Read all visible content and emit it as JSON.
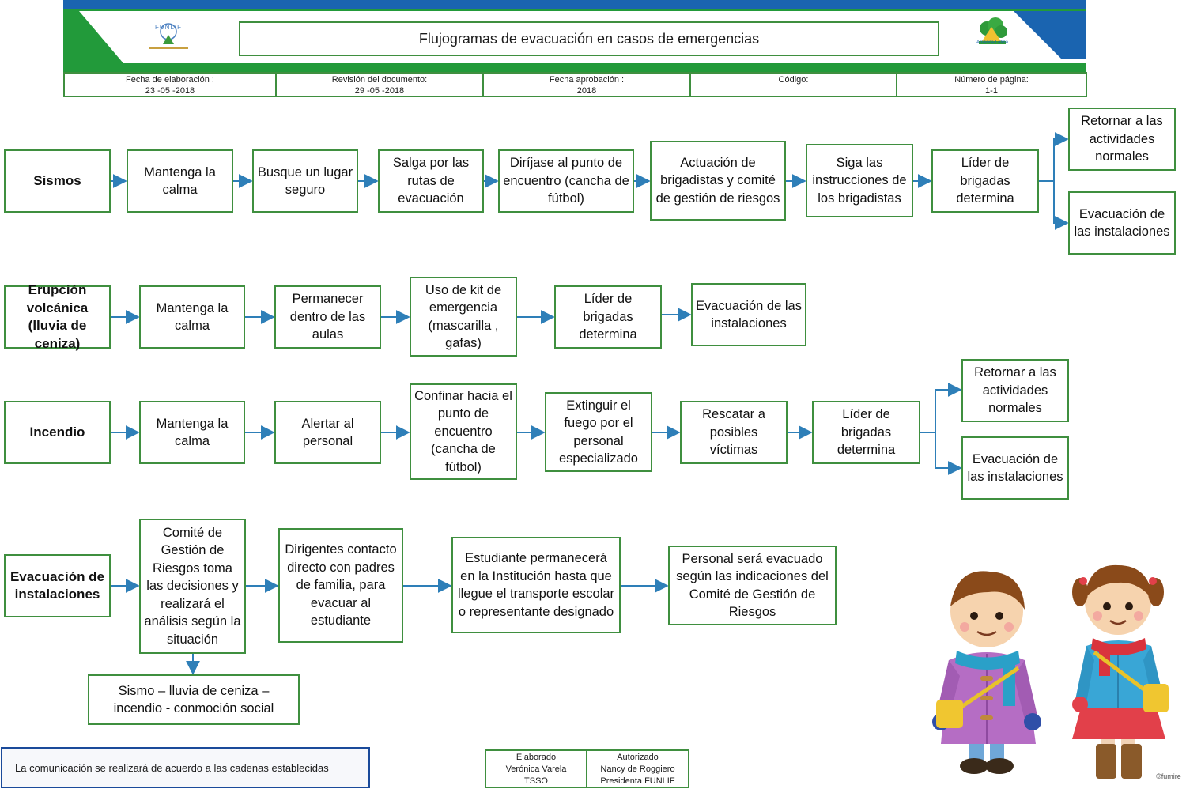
{
  "header": {
    "title": "Flujogramas de evacuación en casos de emergencias",
    "left_logo_text": "FUNLIF",
    "right_logo_text": "América Latina",
    "cells": [
      {
        "label": "Fecha de elaboración :",
        "value": "23 -05 -2018"
      },
      {
        "label": "Revisión del documento:",
        "value": "29 -05 -2018"
      },
      {
        "label": "Fecha aprobación :",
        "value": "2018"
      },
      {
        "label": "Código:",
        "value": ""
      },
      {
        "label": "Número de página:",
        "value": "1-1"
      }
    ]
  },
  "flows": {
    "sismos": {
      "category": "Sismos",
      "steps": [
        "Mantenga la calma",
        "Busque un lugar seguro",
        "Salga por las rutas de evacuación",
        "Diríjase al punto de encuentro (cancha de fútbol)",
        "Actuación de brigadistas y comité de gestión de riesgos",
        "Siga las instrucciones de los brigadistas",
        "Líder de brigadas determina"
      ],
      "outcomes": [
        "Retornar a las actividades normales",
        "Evacuación de las instalaciones"
      ]
    },
    "erupcion": {
      "category": "Erupción volcánica (lluvia de ceniza)",
      "steps": [
        "Mantenga la calma",
        "Permanecer dentro de las aulas",
        "Uso de kit de emergencia (mascarilla , gafas)",
        "Líder de brigadas determina",
        "Evacuación de las instalaciones"
      ]
    },
    "incendio": {
      "category": "Incendio",
      "steps": [
        "Mantenga la calma",
        "Alertar al personal",
        "Confinar hacia el punto de encuentro (cancha de fútbol)",
        "Extinguir el fuego por el personal especializado",
        "Rescatar a posibles víctimas",
        "Líder de brigadas determina"
      ],
      "outcomes": [
        "Retornar a las actividades normales",
        "Evacuación de las instalaciones"
      ]
    },
    "evacuacion": {
      "category": "Evacuación de instalaciones",
      "steps": [
        "Comité de Gestión de Riesgos toma las decisiones y realizará el análisis según la situación",
        "Dirigentes contacto directo con padres de familia, para evacuar al estudiante",
        "Estudiante permanecerá en la Institución hasta que llegue el transporte escolar o representante designado",
        "Personal será evacuado según las indicaciones del Comité de Gestión de Riesgos"
      ],
      "branch": "Sismo – lluvia de ceniza – incendio - conmoción social"
    }
  },
  "footer": {
    "note": "La comunicación se realizará de acuerdo a las cadenas establecidas",
    "elaborado": {
      "title": "Elaborado",
      "name": "Verónica Varela",
      "role": "TSSO"
    },
    "autorizado": {
      "title": "Autorizado",
      "name": "Nancy de Roggiero",
      "role": "Presidenta FUNLIF"
    },
    "illustration_credit": "©fumire"
  },
  "colors": {
    "box_border": "#3f8f3f",
    "arrow": "#2e7fb8",
    "header_green": "#229a3a",
    "header_blue": "#1a64b0"
  }
}
